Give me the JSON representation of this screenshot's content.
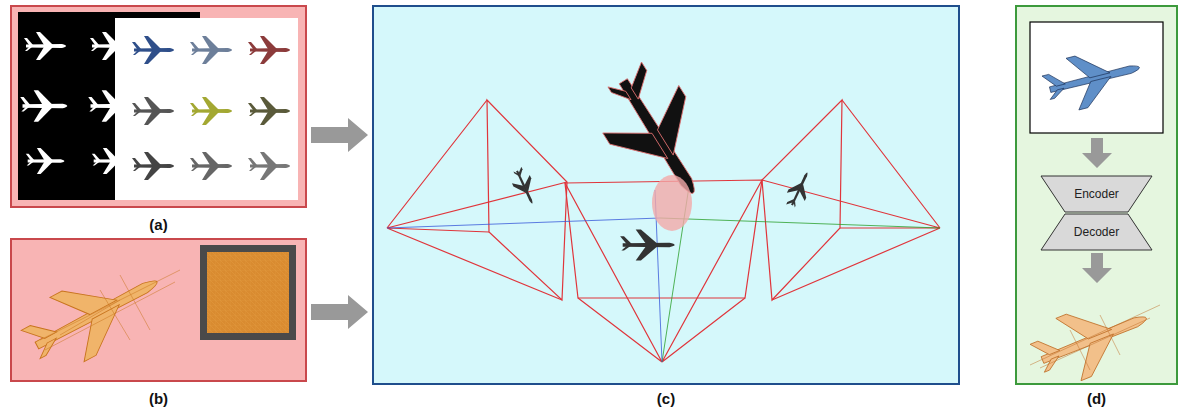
{
  "diagram": {
    "nodes": [
      {
        "text": [
          "(a)"
        ]
      },
      {
        "text": [
          "(b)"
        ]
      },
      {
        "text": [
          "(c)"
        ]
      },
      {
        "text": [
          "(d)"
        ]
      },
      {
        "text": [
          "Encoder"
        ],
        "in": 3
      },
      {
        "text": [
          "Decoder"
        ],
        "in": 3
      }
    ],
    "edges": [
      {
        "from": 0,
        "to": 2,
        "arrow": "to"
      },
      {
        "from": 1,
        "to": 2,
        "arrow": "to"
      }
    ]
  }
}
